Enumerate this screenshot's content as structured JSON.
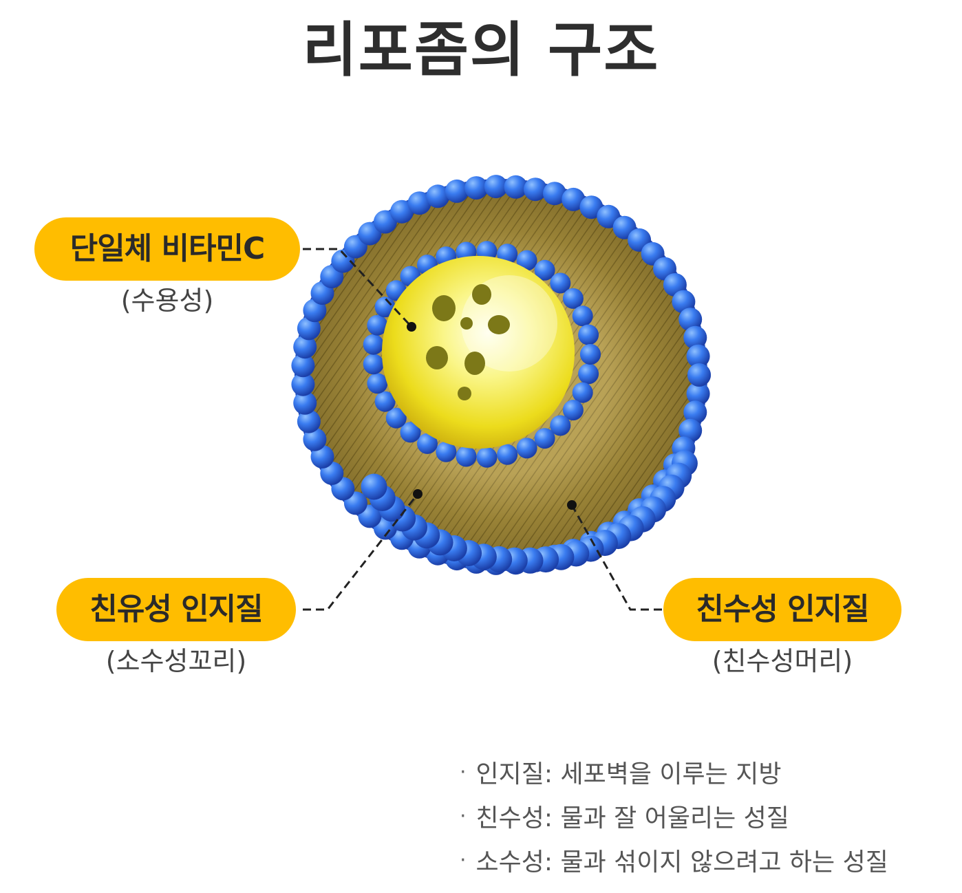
{
  "title": "리포좀의 구조",
  "labels": {
    "vitamin_c": {
      "name": "단일체 비타민C",
      "note": "(수용성)"
    },
    "hydrophobic": {
      "name": "친유성 인지질",
      "note": "(소수성꼬리)"
    },
    "hydrophilic": {
      "name": "친수성 인지질",
      "note": "(친수성머리)"
    }
  },
  "notes": [
    "인지질: 세포벽을 이루는 지방",
    "친수성: 물과 잘 어울리는 성질",
    "소수성: 물과 섞이지 않으려고 하는 성질"
  ],
  "colors": {
    "pill": "#ffbd00",
    "head_blue": "#2f6fe0",
    "tail_gold": "#8f7a30",
    "core_yellow": "#f5e82e"
  }
}
